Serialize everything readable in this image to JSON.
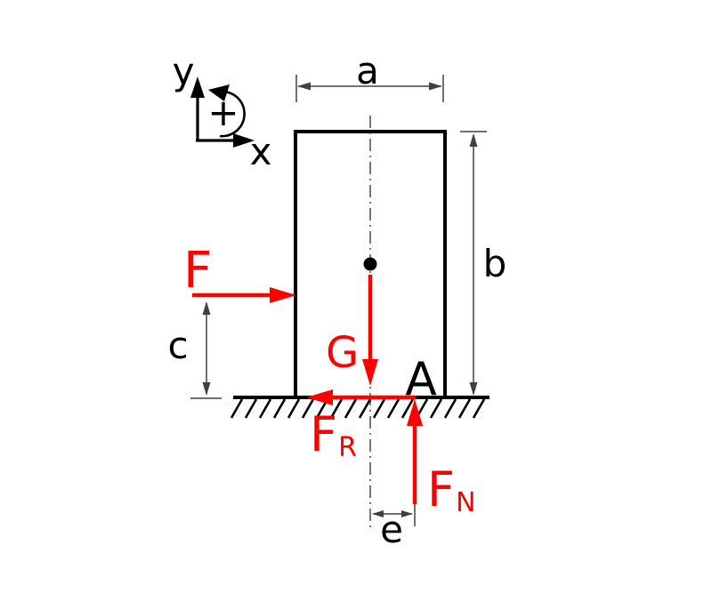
{
  "diagram": {
    "kind": "free-body-diagram of a block resting on rough ground",
    "background": "#ffffff",
    "colors": {
      "force_arrows": "#ff0000",
      "geometry": "#000000",
      "dimension_lines": "#404040"
    },
    "coordinate_system": {
      "y_label": "y",
      "x_label": "x",
      "rotation_sign": "+",
      "rotation_direction": "counterclockwise"
    },
    "dimensions": {
      "block_width": "a",
      "block_height": "b",
      "applied_force_height": "c",
      "normal_force_eccentricity": "e"
    },
    "point_label": "A",
    "forces": {
      "applied": {
        "label": "F",
        "direction": "right"
      },
      "weight": {
        "label": "G",
        "direction": "down"
      },
      "friction": {
        "label": "F",
        "sub": "R",
        "direction": "left"
      },
      "normal": {
        "label": "F",
        "sub": "N",
        "direction": "up"
      }
    }
  }
}
